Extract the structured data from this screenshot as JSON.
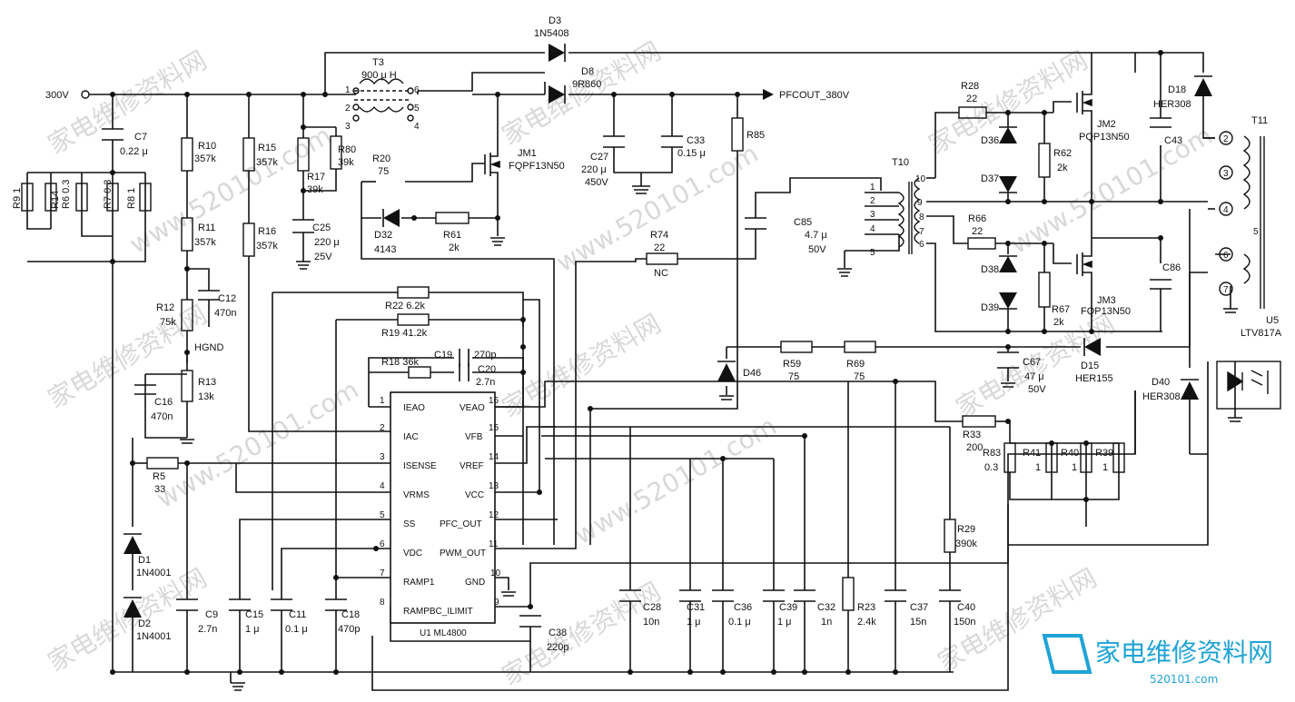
{
  "input": {
    "label": "300V"
  },
  "output": {
    "label": "PFCOUT_380V"
  },
  "ic": {
    "name": "U1 ML4800",
    "left_pins": [
      {
        "num": "1",
        "name": "IEAO"
      },
      {
        "num": "2",
        "name": "IAC"
      },
      {
        "num": "3",
        "name": "ISENSE"
      },
      {
        "num": "4",
        "name": "VRMS"
      },
      {
        "num": "5",
        "name": "SS"
      },
      {
        "num": "6",
        "name": "VDC"
      },
      {
        "num": "7",
        "name": "RAMP1"
      },
      {
        "num": "8",
        "name": "RAMPBC_ILIMIT"
      }
    ],
    "right_pins": [
      {
        "num": "16",
        "name": "VEAO"
      },
      {
        "num": "15",
        "name": "VFB"
      },
      {
        "num": "14",
        "name": "VREF"
      },
      {
        "num": "13",
        "name": "VCC"
      },
      {
        "num": "12",
        "name": "PFC_OUT"
      },
      {
        "num": "11",
        "name": "PWM_OUT"
      },
      {
        "num": "10",
        "name": "GND"
      },
      {
        "num": "9",
        "name": ""
      }
    ]
  },
  "labels": [
    {
      "id": "t3",
      "text": "T3"
    },
    {
      "id": "t3v",
      "text": "900 μ H"
    },
    {
      "id": "d3",
      "text": "D3"
    },
    {
      "id": "d3v",
      "text": "1N5408"
    },
    {
      "id": "d8",
      "text": "D8"
    },
    {
      "id": "d8v",
      "text": "9R860"
    },
    {
      "id": "c7",
      "text": "C7"
    },
    {
      "id": "c7v",
      "text": "0.22 μ"
    },
    {
      "id": "r91",
      "text": "R9 1"
    },
    {
      "id": "r14",
      "text": "R14"
    },
    {
      "id": "r6",
      "text": "R6 0.3"
    },
    {
      "id": "r7",
      "text": "R7 0.3"
    },
    {
      "id": "r81",
      "text": "R8 1"
    },
    {
      "id": "r10",
      "text": "R10"
    },
    {
      "id": "r10v",
      "text": "357k"
    },
    {
      "id": "r11",
      "text": "R11"
    },
    {
      "id": "r11v",
      "text": "357k"
    },
    {
      "id": "r12",
      "text": "R12"
    },
    {
      "id": "r12v",
      "text": "75k"
    },
    {
      "id": "c12",
      "text": "C12"
    },
    {
      "id": "c12v",
      "text": "470n"
    },
    {
      "id": "hgnd",
      "text": "HGND"
    },
    {
      "id": "r13",
      "text": "R13"
    },
    {
      "id": "r13v",
      "text": "13k"
    },
    {
      "id": "c16",
      "text": "C16"
    },
    {
      "id": "c16v",
      "text": "470n"
    },
    {
      "id": "r5",
      "text": "R5"
    },
    {
      "id": "r5v",
      "text": "33"
    },
    {
      "id": "d1",
      "text": "D1"
    },
    {
      "id": "d1v",
      "text": "1N4001"
    },
    {
      "id": "d2",
      "text": "D2"
    },
    {
      "id": "d2v",
      "text": "1N4001"
    },
    {
      "id": "c9",
      "text": "C9"
    },
    {
      "id": "c9v",
      "text": "2.7n"
    },
    {
      "id": "c15",
      "text": "C15"
    },
    {
      "id": "c15v",
      "text": "1 μ"
    },
    {
      "id": "c11",
      "text": "C11"
    },
    {
      "id": "c11v",
      "text": "0.1 μ"
    },
    {
      "id": "c18",
      "text": "C18"
    },
    {
      "id": "c18v",
      "text": "470p"
    },
    {
      "id": "r15",
      "text": "R15"
    },
    {
      "id": "r15v",
      "text": "357k"
    },
    {
      "id": "r16",
      "text": "R16"
    },
    {
      "id": "r16v",
      "text": "357k"
    },
    {
      "id": "r17",
      "text": "R17"
    },
    {
      "id": "r17v",
      "text": "39k"
    },
    {
      "id": "r80",
      "text": "R80"
    },
    {
      "id": "r80v",
      "text": "39k"
    },
    {
      "id": "c25",
      "text": "C25"
    },
    {
      "id": "c25v",
      "text": "220 μ"
    },
    {
      "id": "c25v2",
      "text": "25V"
    },
    {
      "id": "r20",
      "text": "R20"
    },
    {
      "id": "r20v",
      "text": "75"
    },
    {
      "id": "d32",
      "text": "D32"
    },
    {
      "id": "d32v",
      "text": "4143"
    },
    {
      "id": "r61",
      "text": "R61"
    },
    {
      "id": "r61v",
      "text": "2k"
    },
    {
      "id": "jm1",
      "text": "JM1"
    },
    {
      "id": "jm1v",
      "text": "FQPF13N50"
    },
    {
      "id": "r22",
      "text": "R22 6.2k"
    },
    {
      "id": "r19",
      "text": "R19 41.2k"
    },
    {
      "id": "r18",
      "text": "R18 36k"
    },
    {
      "id": "c19",
      "text": "C19"
    },
    {
      "id": "c19v",
      "text": "270p"
    },
    {
      "id": "c20",
      "text": "C20"
    },
    {
      "id": "c20v",
      "text": "2.7n"
    },
    {
      "id": "c27",
      "text": "C27"
    },
    {
      "id": "c27v",
      "text": "220 μ"
    },
    {
      "id": "c27v2",
      "text": "450V"
    },
    {
      "id": "c33",
      "text": "C33"
    },
    {
      "id": "c33v",
      "text": "0.15 μ"
    },
    {
      "id": "r85",
      "text": "R85"
    },
    {
      "id": "r74",
      "text": "R74"
    },
    {
      "id": "r74v",
      "text": "22"
    },
    {
      "id": "r74v2",
      "text": "NC"
    },
    {
      "id": "c85",
      "text": "C85"
    },
    {
      "id": "c85v",
      "text": "4.7 μ"
    },
    {
      "id": "c85v2",
      "text": "50V"
    },
    {
      "id": "t10",
      "text": "T10"
    },
    {
      "id": "r28",
      "text": "R28"
    },
    {
      "id": "r28v",
      "text": "22"
    },
    {
      "id": "d36",
      "text": "D36"
    },
    {
      "id": "d37",
      "text": "D37"
    },
    {
      "id": "r62",
      "text": "R62"
    },
    {
      "id": "r62v",
      "text": "2k"
    },
    {
      "id": "jm2",
      "text": "JM2"
    },
    {
      "id": "jm2v",
      "text": "PQP13N50"
    },
    {
      "id": "c43",
      "text": "C43"
    },
    {
      "id": "d18",
      "text": "D18"
    },
    {
      "id": "d18v",
      "text": "HER308"
    },
    {
      "id": "t11",
      "text": "T11"
    },
    {
      "id": "r66",
      "text": "R66"
    },
    {
      "id": "r66v",
      "text": "22"
    },
    {
      "id": "d38",
      "text": "D38"
    },
    {
      "id": "d39",
      "text": "D39"
    },
    {
      "id": "r67",
      "text": "R67"
    },
    {
      "id": "r67v",
      "text": "2k"
    },
    {
      "id": "jm3",
      "text": "JM3"
    },
    {
      "id": "jm3v",
      "text": "FQP13N50"
    },
    {
      "id": "c86",
      "text": "C86"
    },
    {
      "id": "u5",
      "text": "U5"
    },
    {
      "id": "u5v",
      "text": "LTV817A"
    },
    {
      "id": "d46",
      "text": "D46"
    },
    {
      "id": "r59",
      "text": "R59"
    },
    {
      "id": "r59v",
      "text": "75"
    },
    {
      "id": "r69",
      "text": "R69"
    },
    {
      "id": "r69v",
      "text": "75"
    },
    {
      "id": "c67",
      "text": "C67"
    },
    {
      "id": "c67v",
      "text": "47 μ"
    },
    {
      "id": "c67v2",
      "text": "50V"
    },
    {
      "id": "d15",
      "text": "D15"
    },
    {
      "id": "d15v",
      "text": "HER155"
    },
    {
      "id": "d40",
      "text": "D40"
    },
    {
      "id": "d40v",
      "text": "HER308"
    },
    {
      "id": "r33",
      "text": "R33"
    },
    {
      "id": "r33v",
      "text": "200"
    },
    {
      "id": "r83",
      "text": "R83"
    },
    {
      "id": "r83v",
      "text": "0.3"
    },
    {
      "id": "r41",
      "text": "R41"
    },
    {
      "id": "r41v",
      "text": "1"
    },
    {
      "id": "r40",
      "text": "R40"
    },
    {
      "id": "r40v",
      "text": "1"
    },
    {
      "id": "r39",
      "text": "R39"
    },
    {
      "id": "r39v",
      "text": "1"
    },
    {
      "id": "r29",
      "text": "R29"
    },
    {
      "id": "r29v",
      "text": "390k"
    },
    {
      "id": "c28",
      "text": "C28"
    },
    {
      "id": "c28v",
      "text": "10n"
    },
    {
      "id": "c31",
      "text": "C31"
    },
    {
      "id": "c31v",
      "text": "1 μ"
    },
    {
      "id": "c36",
      "text": "C36"
    },
    {
      "id": "c36v",
      "text": "0.1 μ"
    },
    {
      "id": "c39",
      "text": "C39"
    },
    {
      "id": "c39v",
      "text": "1 μ"
    },
    {
      "id": "c32",
      "text": "C32"
    },
    {
      "id": "c32v",
      "text": "1n"
    },
    {
      "id": "r23",
      "text": "R23"
    },
    {
      "id": "r23v",
      "text": "2.4k"
    },
    {
      "id": "c37",
      "text": "C37"
    },
    {
      "id": "c37v",
      "text": "15n"
    },
    {
      "id": "c40",
      "text": "C40"
    },
    {
      "id": "c40v",
      "text": "150n"
    },
    {
      "id": "c38",
      "text": "C38"
    },
    {
      "id": "c38v",
      "text": "220p"
    }
  ],
  "t3_pins": [
    "1",
    "2",
    "3",
    "6",
    "5",
    "4"
  ],
  "t10_pins": [
    "1",
    "2",
    "3",
    "4",
    "5",
    "10",
    "9",
    "8",
    "7",
    "6"
  ],
  "t11_pins": [
    "2",
    "3",
    "4",
    "5",
    "6",
    "7"
  ],
  "watermark": {
    "text": "家电维修资料网",
    "url": "www.520101.com",
    "brand_cn": "家电维修资料网",
    "brand_site": "520101.com"
  }
}
